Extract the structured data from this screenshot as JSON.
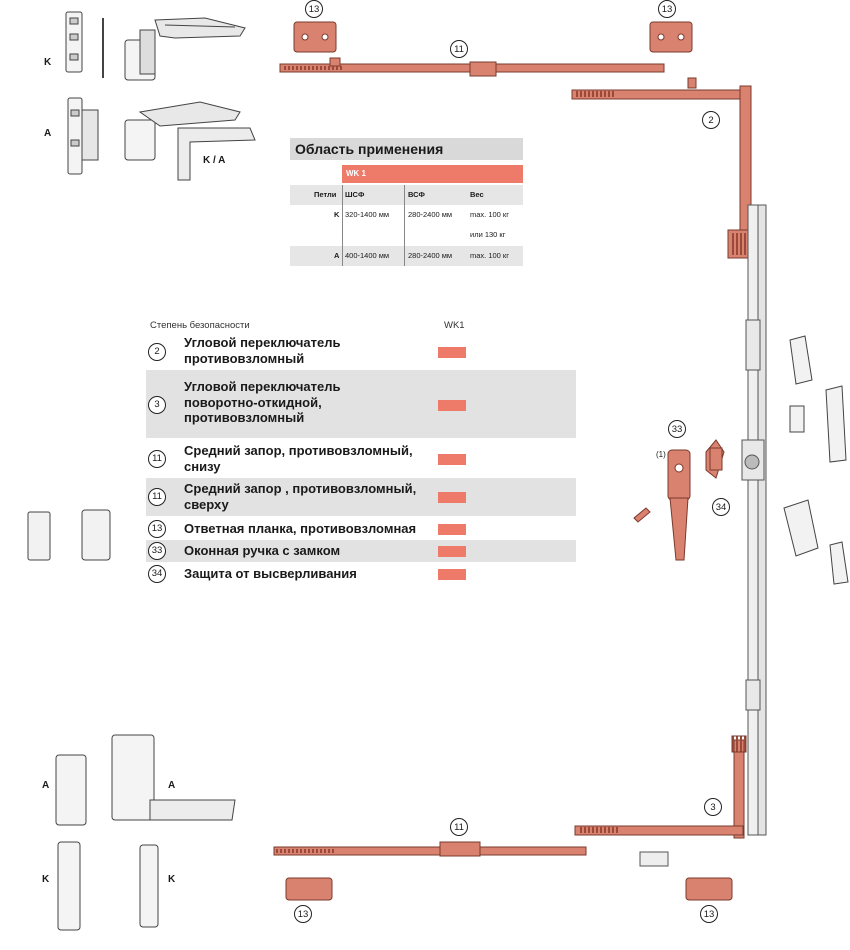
{
  "hinge_labels": {
    "k_top": "K",
    "a_top": "A",
    "ka": "K / A",
    "a_bottom_left": "A",
    "a_bottom_right": "A",
    "k_bottom_left": "K",
    "k_bottom_right": "K"
  },
  "callouts": {
    "c13_top_left": "13",
    "c13_top_right": "13",
    "c11_top": "11",
    "c2": "2",
    "c33": "33",
    "c34": "34",
    "c3": "3",
    "c11_bottom": "11",
    "c13_bottom_left": "13",
    "c13_bottom_right": "13",
    "handle_variant": "(1)"
  },
  "area_table": {
    "title": "Область применения",
    "wk": "WK 1",
    "headers": {
      "hinges": "Петли",
      "width": "ШСФ",
      "height": "ВСФ",
      "weight": "Вес"
    },
    "rows": [
      {
        "type": "K",
        "width": "320-1400 мм",
        "height": "280-2400 мм",
        "weight": "max. 100 кг"
      },
      {
        "type": "",
        "width": "",
        "height": "",
        "weight": "или 130 кг"
      },
      {
        "type": "A",
        "width": "400-1400 мм",
        "height": "280-2400 мм",
        "weight": "max. 100 кг"
      }
    ]
  },
  "security": {
    "heading": "Степень безопасности",
    "class_label": "WK1",
    "items": [
      {
        "num": "2",
        "text": "Угловой переключатель\nпротивовзломный"
      },
      {
        "num": "3",
        "text": "Угловой переключатель\nповоротно-откидной,\nпротивовзломный"
      },
      {
        "num": "11",
        "text": "Средний запор, противовзломный,\nснизу"
      },
      {
        "num": "11",
        "text": "Средний запор , противовзломный,\nсверху"
      },
      {
        "num": "13",
        "text": "Ответная планка, противовзломная"
      },
      {
        "num": "33",
        "text": "Оконная ручка с замком"
      },
      {
        "num": "34",
        "text": "Защита от высверливания"
      }
    ]
  },
  "colors": {
    "accent": "#ee7a6a",
    "part": "#d9826f",
    "part_dark": "#9b4a3a",
    "table_grey": "#e2e2e2"
  }
}
